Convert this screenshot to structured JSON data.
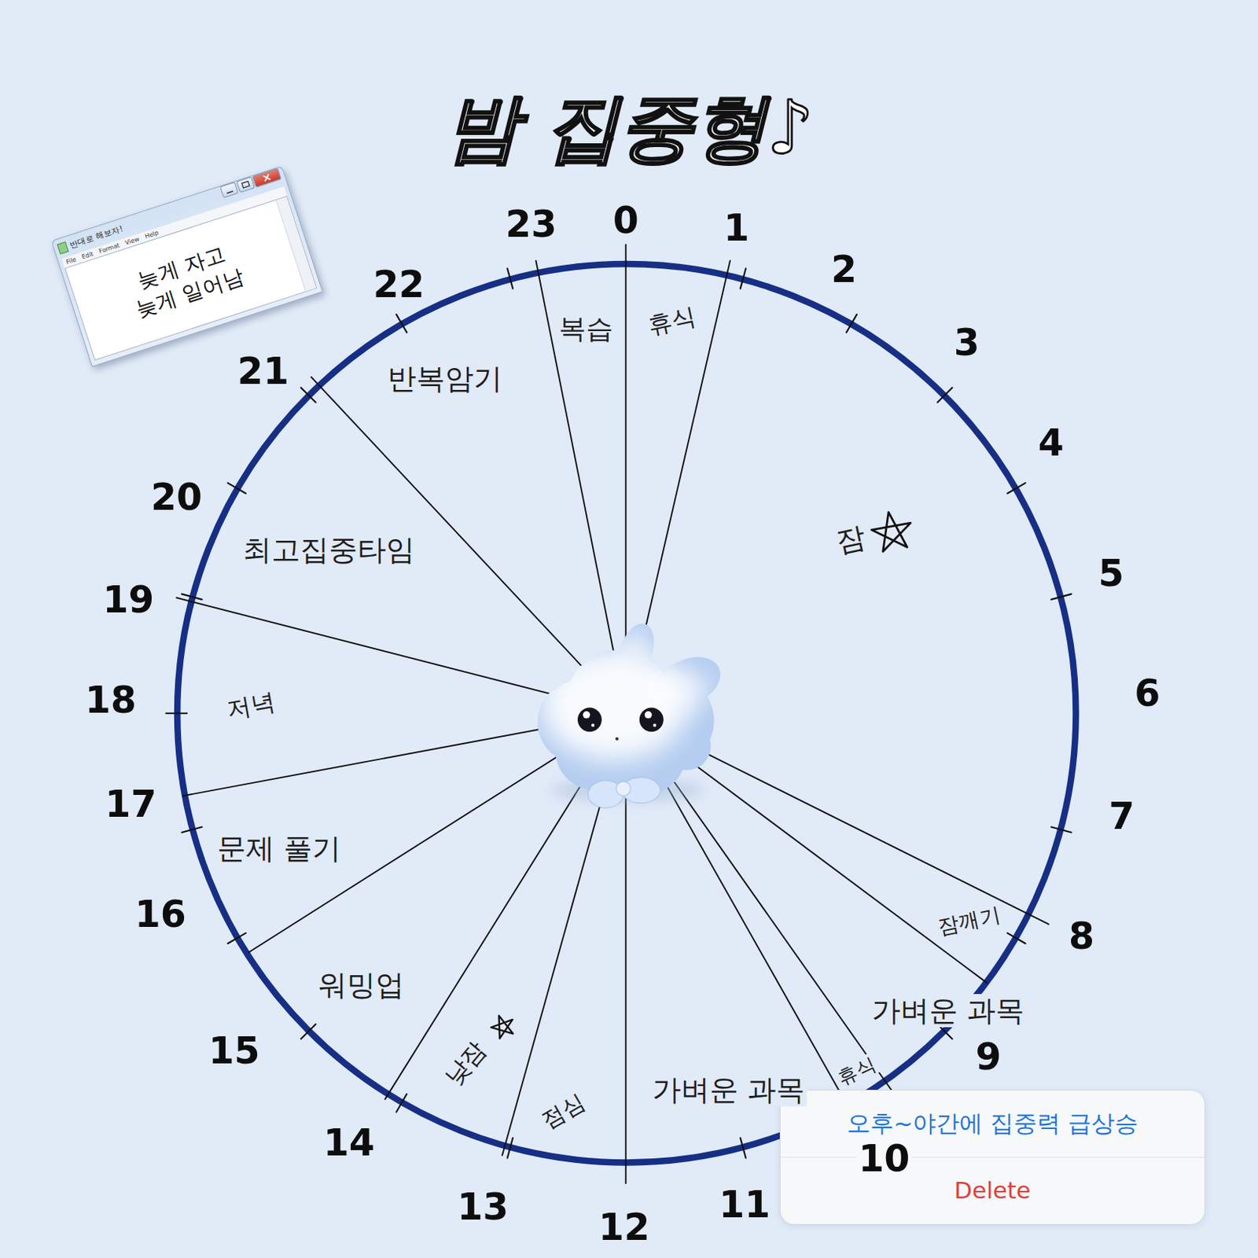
{
  "diagram": {
    "title": "밤 집중형♪",
    "nodes": [
      {
        "text": [
          "반대로 해보자!",
          "File",
          "Edit",
          "Format",
          "View",
          "Help",
          "늦게 자고 늦게 일어남"
        ]
      },
      {
        "text": [
          "오후~야간에 집중력 급상승",
          "Delete"
        ]
      }
    ],
    "labels": [
      "0",
      "1",
      "2",
      "3",
      "4",
      "5",
      "6",
      "7",
      "8",
      "9",
      "10",
      "11",
      "12",
      "13",
      "14",
      "15",
      "16",
      "17",
      "18",
      "19",
      "20",
      "21",
      "22",
      "23",
      "복습",
      "휴식",
      "반복암기",
      "잠",
      "최고집중타임",
      "저녁",
      "문제 풀기",
      "워밍업",
      "낮잠",
      "점심",
      "가벼운 과목",
      "휴식",
      "가벼운 과목",
      "잠깨기"
    ]
  }
}
